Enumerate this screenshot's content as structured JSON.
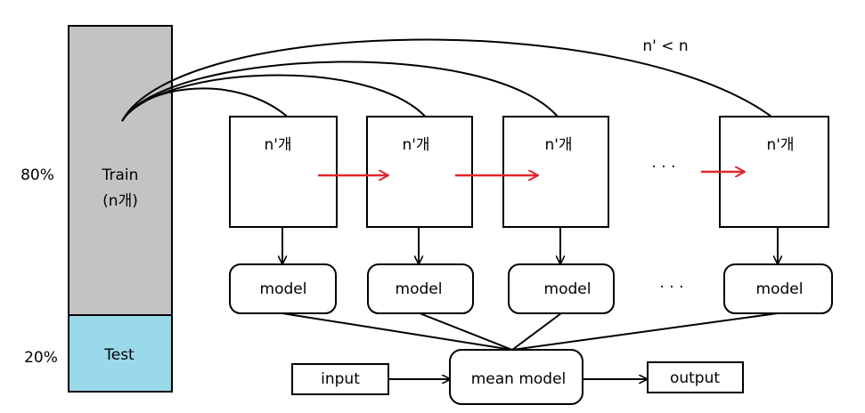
{
  "colors": {
    "train_fill": "#c3c3c3",
    "test_fill": "#99d9ea",
    "stroke": "#000000",
    "arrow_red": "#e0262c",
    "background": "#ffffff"
  },
  "split": {
    "train_pct": "80%",
    "test_pct": "20%",
    "train_label": "Train",
    "train_sub": "(n개)",
    "test_label": "Test"
  },
  "condition": "n' < n",
  "subset_label": "n'개",
  "model_label": "model",
  "ellipsis": "· · ·",
  "mean_model": "mean model",
  "input_label": "input",
  "output_label": "output"
}
